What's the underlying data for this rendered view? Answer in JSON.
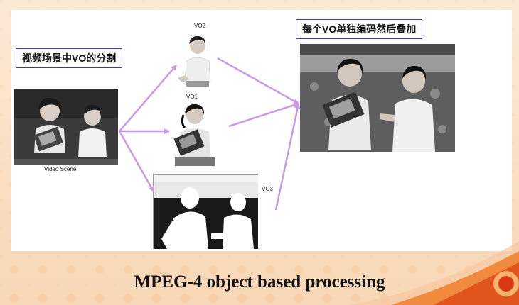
{
  "slide": {
    "title": "MPEG-4 object based processing",
    "left_label": "视频场景中VO的分割",
    "right_label": "每个VO单独编码然后叠加",
    "captions": {
      "scene": "Video Scene",
      "vo1": "VO1",
      "vo2": "VO2",
      "vo3": "VO3"
    }
  },
  "colors": {
    "arrow": "#c89ae8",
    "label_border": "#3a3ab0",
    "background": "#fbe5cc"
  }
}
